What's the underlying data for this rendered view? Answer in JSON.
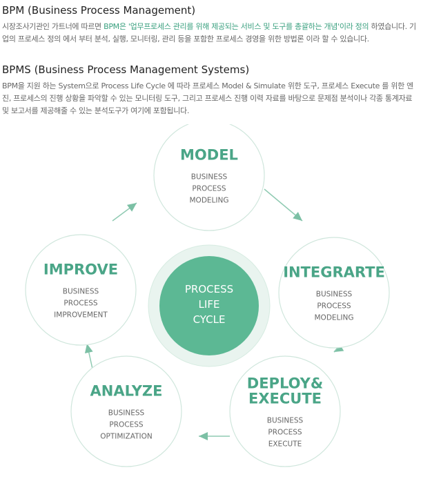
{
  "bpm": {
    "title": "BPM (Business Process Management)",
    "body_pre": "시장조사기관인 가트너에 따르면 ",
    "body_highlight": "BPM은 '업무프로세스 관리를 위해 제공되는 서비스 및 도구를 총괄하는 개념'이라 정의",
    "body_post": " 하였습니다.  기업의 프로세스 정의 에서 부터 분석, 실행, 모니터링, 관리 등을 포함한 프로세스 경영을 위한 방법론 이라 할 수 있습니다."
  },
  "bpms": {
    "title": "BPMS (Business Process Management Systems)",
    "body": "BPM을 지원 하는 System으로 Process Life Cycle 에 따라 프로세스 Model & Simulate 위한 도구, 프로세스 Execute 를 위한 엔진, 프로세스의 진행 상황을 파악할 수 있는 모니터링 도구, 그리고 프로세스 진행 이력 자료를 바탕으로 문제점 분석이나 각종 통계자료 및 보고서를 제공해줄 수 있는 분석도구가 여기에 포함됩니다."
  },
  "diagram": {
    "colors": {
      "accent": "#4aa587",
      "center_fill": "#5cb894",
      "center_ring": "#e9f4ef",
      "circle_stroke": "#cfe6dc"
    },
    "center": {
      "lines": [
        "PROCESS",
        "LIFE",
        "CYCLE"
      ]
    },
    "nodes": [
      {
        "id": "model",
        "title": [
          "MODEL"
        ],
        "sub": [
          "BUSINESS",
          "PROCESS",
          "MODELING"
        ]
      },
      {
        "id": "integrate",
        "title": [
          "INTEGRARTE"
        ],
        "sub": [
          "BUSINESS",
          "PROCESS",
          "MODELING"
        ]
      },
      {
        "id": "deploy",
        "title": [
          "DEPLOY&",
          "EXECUTE"
        ],
        "sub": [
          "BUSINESS",
          "PROCESS",
          "EXECUTE"
        ]
      },
      {
        "id": "analyze",
        "title": [
          "ANALYZE"
        ],
        "sub": [
          "BUSINESS",
          "PROCESS",
          "OPTIMIZATION"
        ]
      },
      {
        "id": "improve",
        "title": [
          "IMPROVE"
        ],
        "sub": [
          "BUSINESS",
          "PROCESS",
          "IMPROVEMENT"
        ]
      }
    ]
  }
}
